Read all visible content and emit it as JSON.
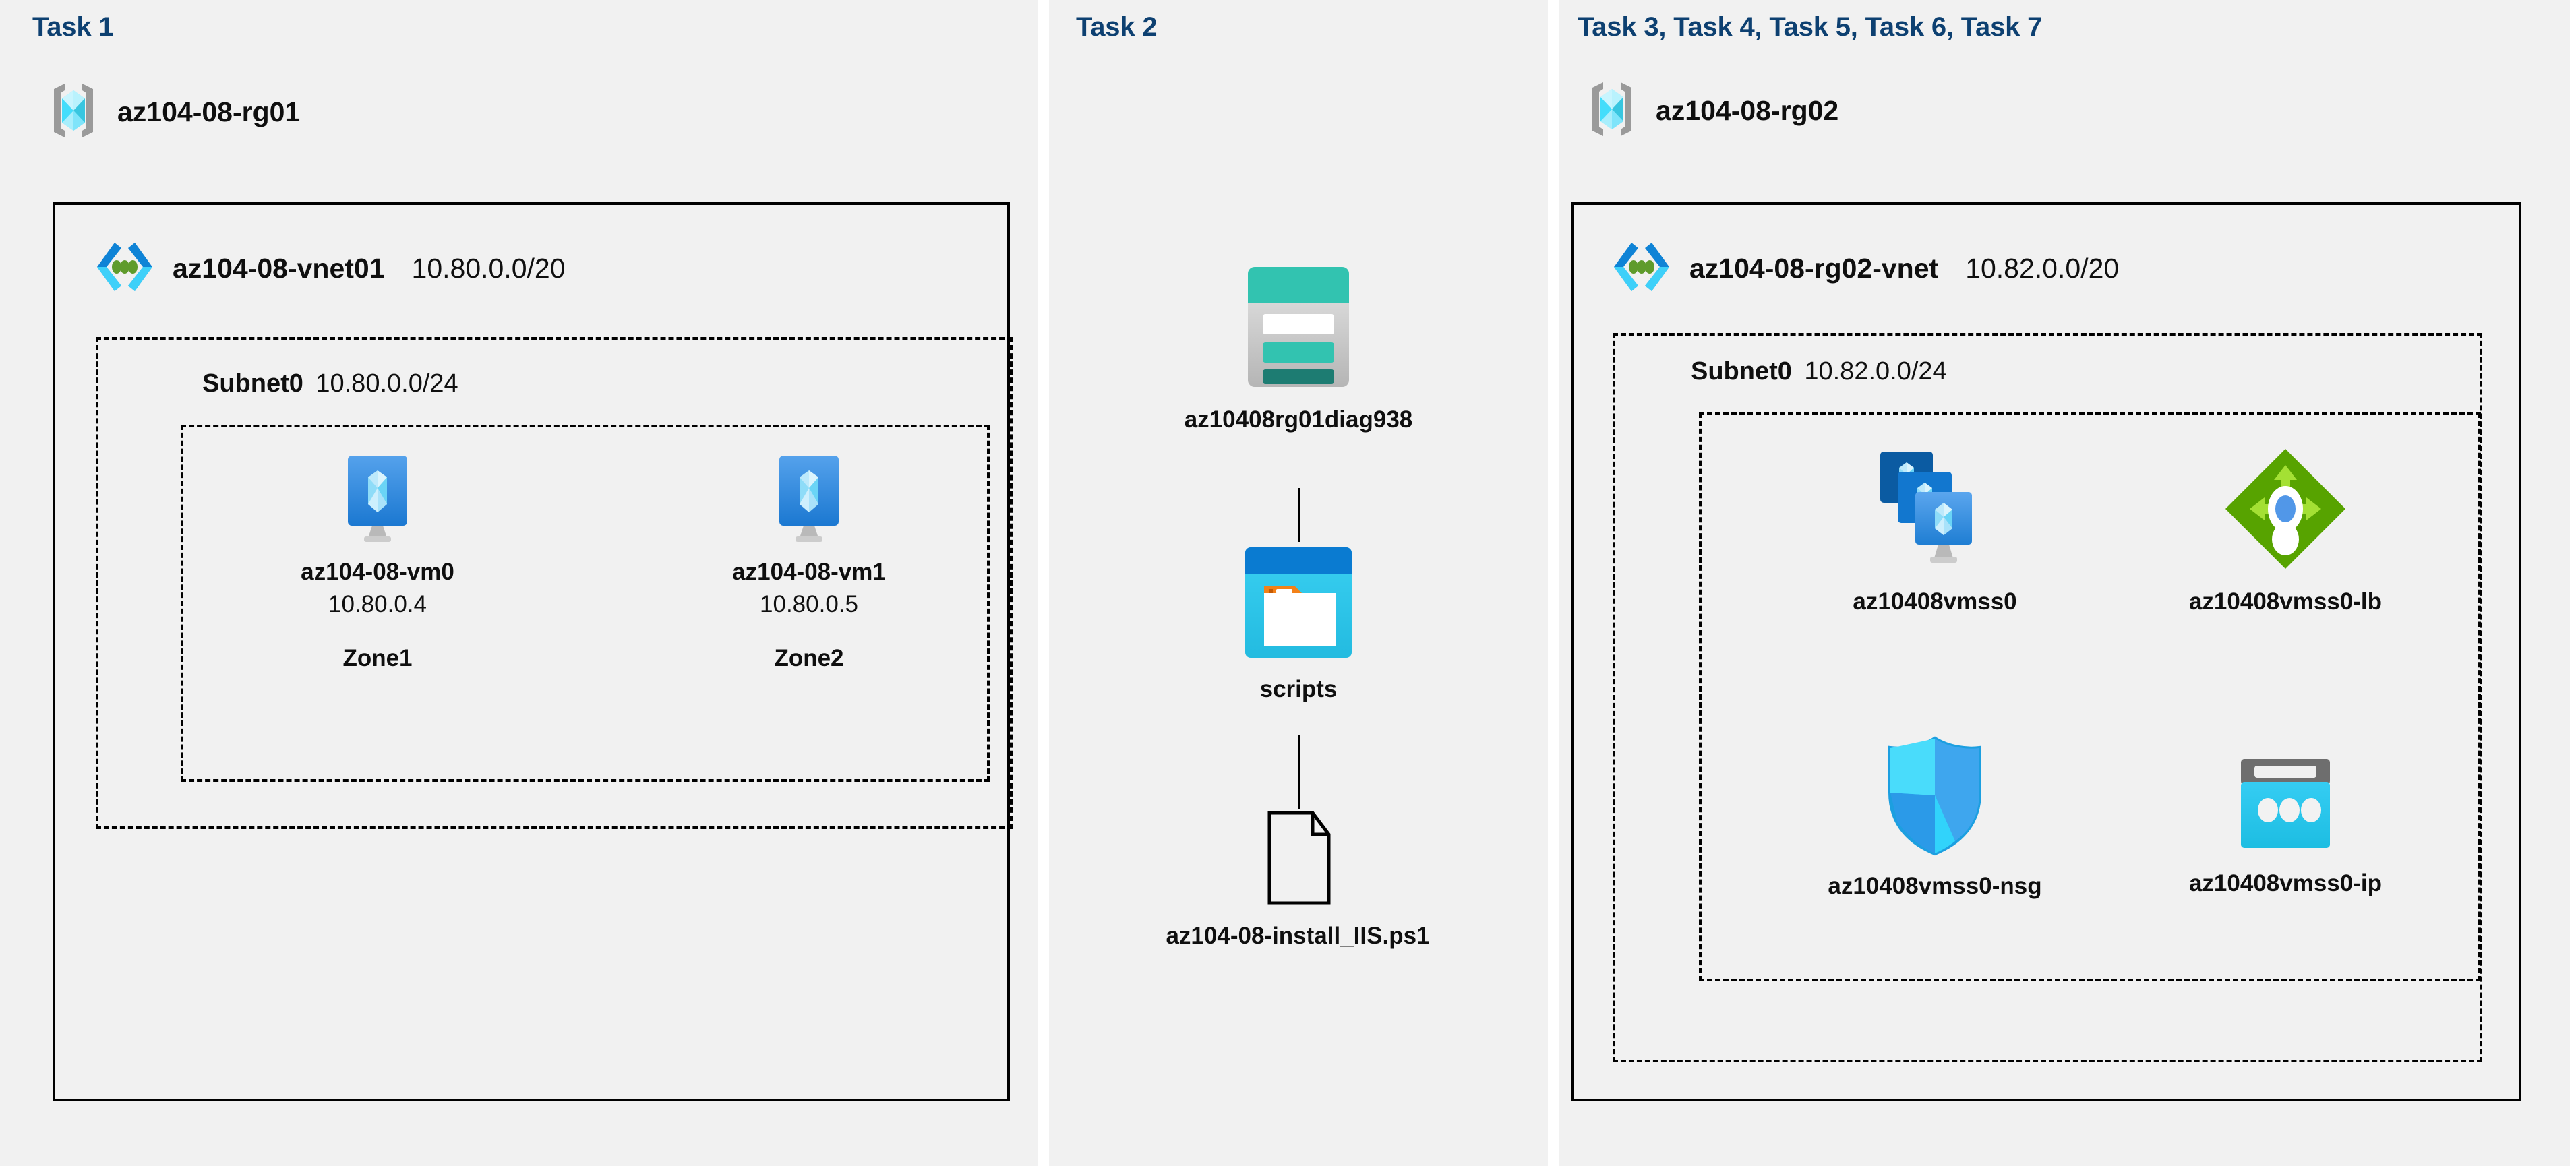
{
  "panels": [
    {
      "title": "Task 1"
    },
    {
      "title": "Task 2"
    },
    {
      "title": "Task 3, Task 4, Task 5, Task 6, Task 7"
    }
  ],
  "colors": {
    "panel_bg": "#f1f1f1",
    "page_bg": "#ffffff",
    "title_blue": "#0d4071",
    "border_black": "#000000",
    "vm_blue": "#3a8fe0",
    "vnet_blue": "#0f83d6",
    "vnet_cyan": "#3ed0f9",
    "vnet_dot_green": "#5f9b2c",
    "rg_bracket_gray": "#9a9a9a",
    "rg_cube_cyan": "#43e0fb",
    "storage_teal": "#32c3b0",
    "storage_teal_dark": "#1d7c72",
    "container_blue": "#0a7bd1",
    "container_cyan": "#2fc5ef",
    "container_orange": "#f38118",
    "lb_green": "#57a300",
    "lb_green_light": "#a4e034",
    "nsg_cyan": "#31d3fb",
    "nsg_blue": "#2d9ae8",
    "ip_gray": "#6e6e6e",
    "ip_cyan": "#2bc6ef"
  },
  "task1": {
    "resource_group": {
      "name": "az104-08-rg01",
      "icon": "resource-group-icon"
    },
    "vnet": {
      "name": "az104-08-vnet01",
      "cidr": "10.80.0.0/20",
      "icon": "virtual-network-icon"
    },
    "subnet": {
      "name": "Subnet0",
      "cidr": "10.80.0.0/24"
    },
    "vms": [
      {
        "name": "az104-08-vm0",
        "ip": "10.80.0.4",
        "zone": "Zone1",
        "icon": "virtual-machine-icon"
      },
      {
        "name": "az104-08-vm1",
        "ip": "10.80.0.5",
        "zone": "Zone2",
        "icon": "virtual-machine-icon"
      }
    ]
  },
  "task2": {
    "storage_account": {
      "name": "az10408rg01diag938",
      "icon": "storage-account-icon"
    },
    "container": {
      "name": "scripts",
      "icon": "blob-container-icon"
    },
    "file": {
      "name": "az104-08-install_IIS.ps1",
      "icon": "file-icon"
    }
  },
  "task3to7": {
    "resource_group": {
      "name": "az104-08-rg02",
      "icon": "resource-group-icon"
    },
    "vnet": {
      "name": "az104-08-rg02-vnet",
      "cidr": "10.82.0.0/20",
      "icon": "virtual-network-icon"
    },
    "subnet": {
      "name": "Subnet0",
      "cidr": "10.82.0.0/24"
    },
    "resources": [
      {
        "name": "az10408vmss0",
        "icon": "vm-scale-set-icon"
      },
      {
        "name": "az10408vmss0-lb",
        "icon": "load-balancer-icon"
      },
      {
        "name": "az10408vmss0-nsg",
        "icon": "network-security-group-icon"
      },
      {
        "name": "az10408vmss0-ip",
        "icon": "public-ip-address-icon"
      }
    ]
  }
}
